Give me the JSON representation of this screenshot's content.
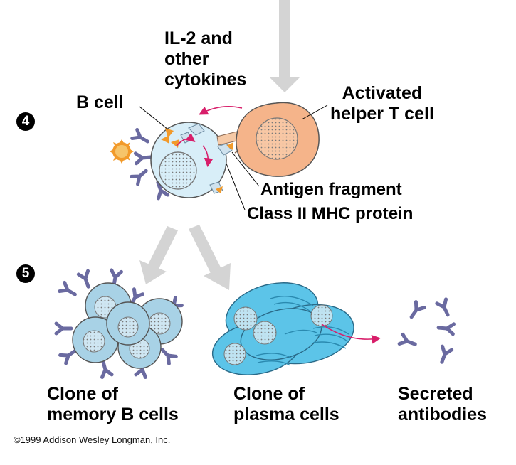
{
  "steps": {
    "four": "4",
    "five": "5"
  },
  "labels": {
    "cytokines": [
      "IL-2 and",
      "other",
      "cytokines"
    ],
    "b_cell": "B cell",
    "activated_t": [
      "Activated",
      "helper T cell"
    ],
    "antigen_fragment": "Antigen fragment",
    "mhc": "Class II MHC protein",
    "memory_clone": [
      "Clone of",
      "memory B cells"
    ],
    "plasma_clone": [
      "Clone of",
      "plasma cells"
    ],
    "secreted": [
      "Secreted",
      "antibodies"
    ]
  },
  "copyright": "©1999 Addison Wesley Longman, Inc.",
  "colors": {
    "arrow_gray": "#d4d4d4",
    "b_cell_fill": "#d8eef8",
    "memory_cell_fill": "#a8d2e6",
    "plasma_fill": "#5cc4e8",
    "t_cell_fill": "#f5b48a",
    "antigen": "#f29a2a",
    "receptor": "#6a6aa0",
    "magenta": "#d81e6a"
  }
}
